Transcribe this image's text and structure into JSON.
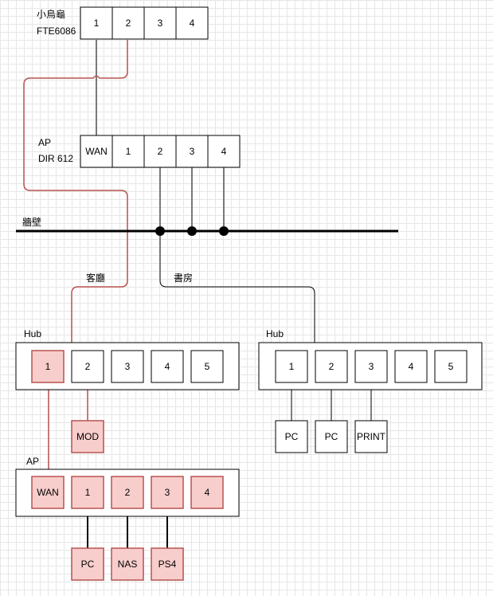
{
  "router": {
    "name": "小烏龜",
    "model": "FTE6086",
    "ports": [
      "1",
      "2",
      "3",
      "4"
    ]
  },
  "ap_main": {
    "name": "AP",
    "model": "DIR 612",
    "ports": [
      "WAN",
      "1",
      "2",
      "3",
      "4"
    ]
  },
  "wall": {
    "label": "牆壁"
  },
  "rooms": {
    "living": "客廳",
    "study": "書房"
  },
  "hub_left": {
    "name": "Hub",
    "ports": [
      "1",
      "2",
      "3",
      "4",
      "5"
    ],
    "modem": "MOD"
  },
  "hub_right": {
    "name": "Hub",
    "ports": [
      "1",
      "2",
      "3",
      "4",
      "5"
    ],
    "devices": [
      "PC",
      "PC",
      "PRINT"
    ]
  },
  "ap_living": {
    "name": "AP",
    "ports": [
      "WAN",
      "1",
      "2",
      "3",
      "4"
    ],
    "devices": [
      "PC",
      "NAS",
      "PS4"
    ]
  },
  "colors": {
    "highlight_fill": "#f8cecc",
    "highlight_stroke": "#b85450",
    "grid": "#e6e6e6"
  }
}
